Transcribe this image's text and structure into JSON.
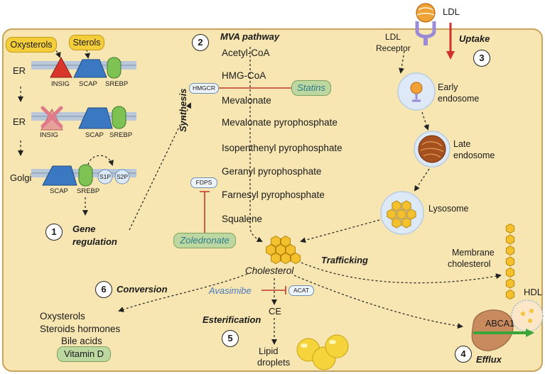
{
  "top": {
    "ldl": "LDL"
  },
  "labels": {
    "ldl_receptor_1": "LDL",
    "ldl_receptor_2": "Receptor",
    "uptake": "Uptake",
    "early_endosome_1": "Early",
    "early_endosome_2": "endosome",
    "late_endosome_1": "Late",
    "late_endosome_2": "endosome",
    "lysosome": "Lysosome",
    "trafficking": "Trafficking",
    "membrane_chol_1": "Membrane",
    "membrane_chol_2": "cholesterol",
    "hdl": "HDL",
    "abca1": "ABCA1",
    "efflux": "Efflux",
    "mva_pathway": "MVA pathway",
    "synthesis": "Synthesis",
    "gene_regulation_1": "Gene",
    "gene_regulation_2": "regulation",
    "conversion": "Conversion",
    "esterification": "Esterification",
    "cholesterol": "Cholesterol",
    "ce": "CE",
    "lipid_droplets_1": "Lipid",
    "lipid_droplets_2": "droplets"
  },
  "numbers": [
    "1",
    "2",
    "3",
    "4",
    "5",
    "6"
  ],
  "mva_steps": [
    "Acetyl-CoA",
    "HMG-CoA",
    "Mevalonate",
    "Mevalonate pyrophosphate",
    "Isopenthenyl  pyrophosphate",
    "Geranyl pyrophosphate",
    "Farnesyl pyrophosphate",
    "Squalene"
  ],
  "enzymes": {
    "hmgcr": "HMGCR",
    "fdps": "FDPS",
    "acat": "ACAT"
  },
  "drugs": {
    "statins": "Statins",
    "zoledronate": "Zoledronate",
    "avasimibe": "Avasimibe"
  },
  "srebp": {
    "oxysterols": "Oxysterols",
    "sterols": "Sterols",
    "er_1": "ER",
    "er_2": "ER",
    "golgi": "Golgi",
    "insig_1": "INSIG",
    "scap_1": "SCAP",
    "srebp_1": "SREBP",
    "insig_2": "INSIG",
    "scap_2": "SCAP",
    "srebp_2": "SREBP",
    "scap_3": "SCAP",
    "srebp_3": "SREBP",
    "s1p": "S1P",
    "s2p": "S2P"
  },
  "conversion_products": [
    "Oxysterols",
    "Steroids hormones",
    "Bile acids"
  ],
  "vitamin_d": "Vitamin D",
  "colors": {
    "cell_fill": "#f7e6b2",
    "cell_border": "#c9a35c",
    "inhibitor_red": "#c0392b",
    "drug_text": "#2d7a8c",
    "drug_fill": "#bcd8a0",
    "sterol_yellow": "#f4cd3a",
    "scap_blue": "#3a78c2",
    "srebp_green": "#7ec254",
    "insig_red": "#d9372c",
    "efflux_arrow": "#3aa63a"
  }
}
